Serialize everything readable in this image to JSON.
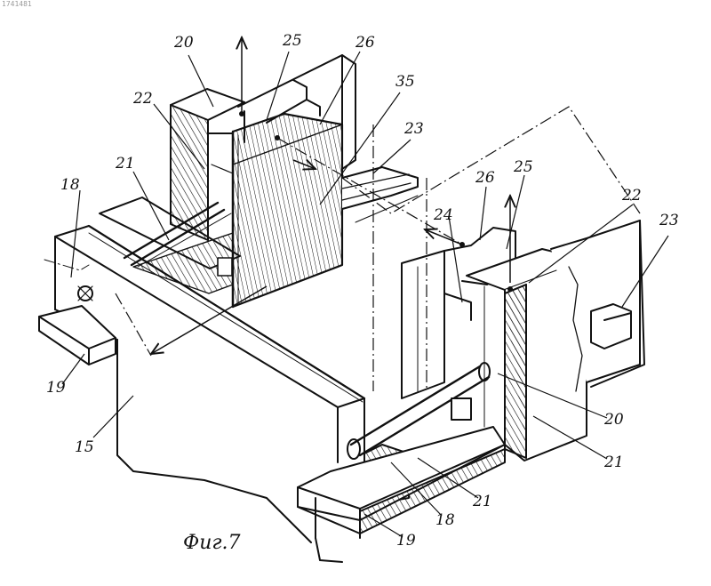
{
  "stamp": "1741481",
  "caption": "Фиг.7",
  "labels": [
    "20",
    "25",
    "26",
    "35",
    "22",
    "23",
    "21",
    "18",
    "24",
    "26",
    "25",
    "22",
    "23",
    "19",
    "15",
    "20",
    "21",
    "21",
    "18",
    "19"
  ],
  "colors": {
    "ink": "#111111",
    "paper": "#ffffff"
  }
}
